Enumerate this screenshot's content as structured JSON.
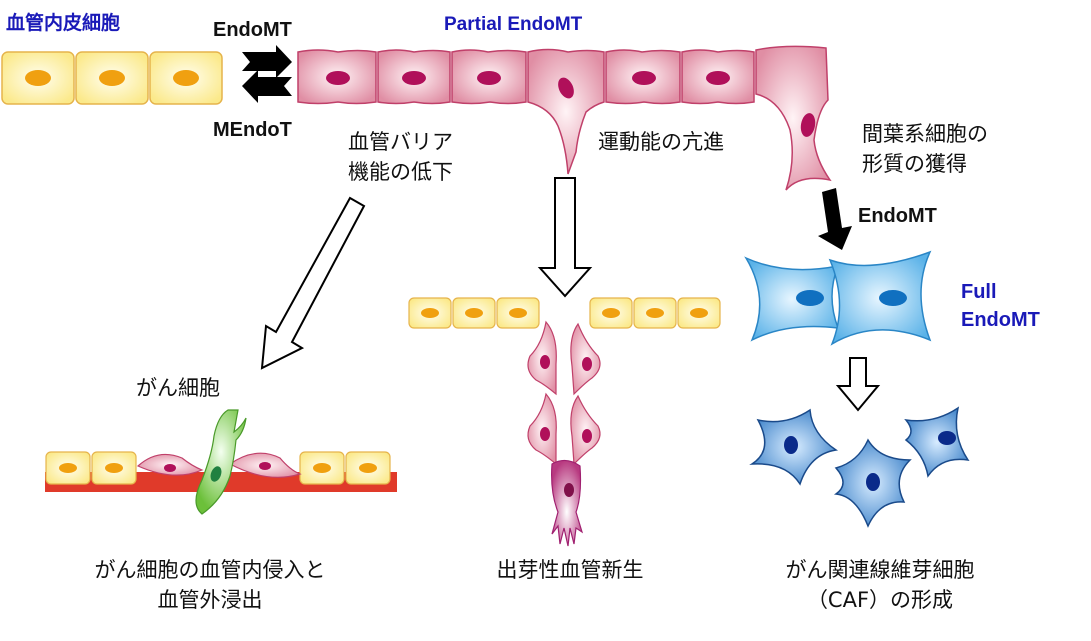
{
  "labels": {
    "endothelial_cells": "血管内皮細胞",
    "endomt_forward": "EndoMT",
    "mendot_reverse": "MEndoT",
    "partial_endomt": "Partial EndoMT",
    "barrier_loss_line1": "血管バリア",
    "barrier_loss_line2": "機能の低下",
    "motility_increase": "運動能の亢進",
    "mesenchymal_line1": "間葉系細胞の",
    "mesenchymal_line2": "形質の獲得",
    "endomt_down": "EndoMT",
    "full_endomt_line1": "Full",
    "full_endomt_line2": "EndoMT",
    "cancer_cell": "がん細胞",
    "outcome_intravasation_line1": "がん細胞の血管内侵入と",
    "outcome_intravasation_line2": "血管外浸出",
    "outcome_sprouting": "出芽性血管新生",
    "outcome_caf_line1": "がん関連線維芽細胞",
    "outcome_caf_line2": "（CAF）の形成"
  },
  "colors": {
    "endothelial_fill": "#fdf3a6",
    "endothelial_border": "#e6b44c",
    "endothelial_nucleus": "#f0a010",
    "partial_fill": "#e8a4b4",
    "partial_border": "#c0406a",
    "partial_nucleus": "#b0105a",
    "full_fill": "#7fc6ee",
    "full_border": "#2a86c6",
    "full_nucleus": "#1070c0",
    "caf_fill": "#4a90d0",
    "caf_border": "#1a4a8a",
    "caf_nucleus": "#0a2a8a",
    "cancer_fill": "#8cd050",
    "cancer_nucleus": "#208040",
    "basement": "#e03a2a",
    "label_blue": "#1a1ab8"
  }
}
